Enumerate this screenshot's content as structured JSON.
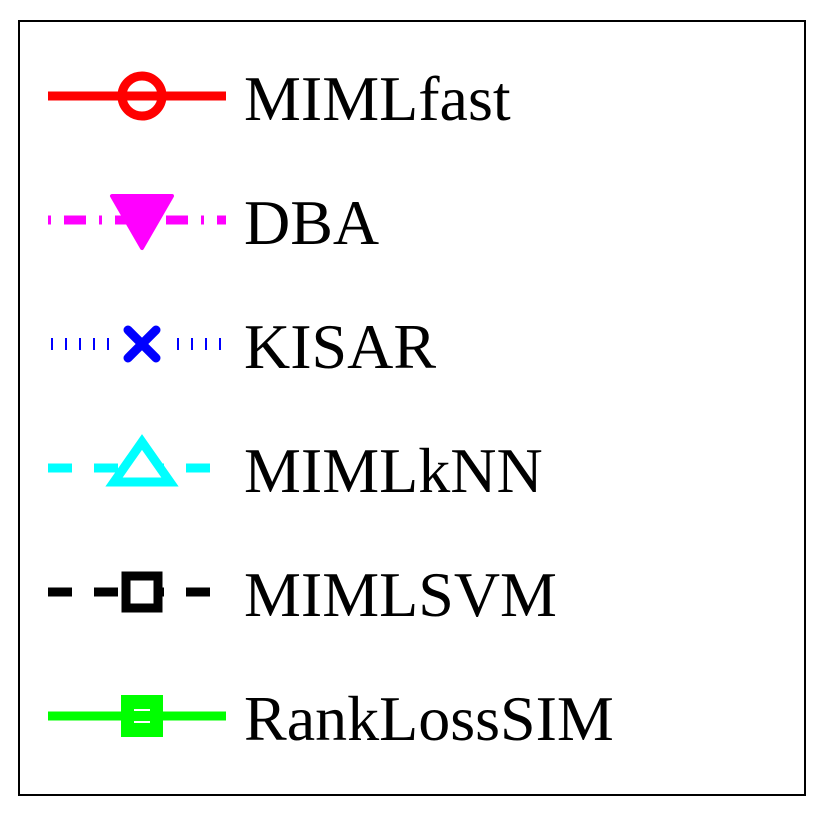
{
  "chart_data": {
    "type": "line",
    "legend": {
      "placement": "full-frame",
      "entries": [
        {
          "name": "MIMLfast",
          "color": "#ff0000",
          "line_style": "solid",
          "marker": "circle"
        },
        {
          "name": "DBA",
          "color": "#ff00ff",
          "line_style": "dash-dot",
          "marker": "triangle-down"
        },
        {
          "name": "KISAR",
          "color": "#0000ff",
          "line_style": "dotted",
          "marker": "x"
        },
        {
          "name": "MIMLkNN",
          "color": "#00ffff",
          "line_style": "dashed",
          "marker": "triangle-up"
        },
        {
          "name": "MIMLSVM",
          "color": "#000000",
          "line_style": "dashed",
          "marker": "square"
        },
        {
          "name": "RankLossSIM",
          "color": "#00ff00",
          "line_style": "solid",
          "marker": "square-filled"
        }
      ]
    }
  }
}
